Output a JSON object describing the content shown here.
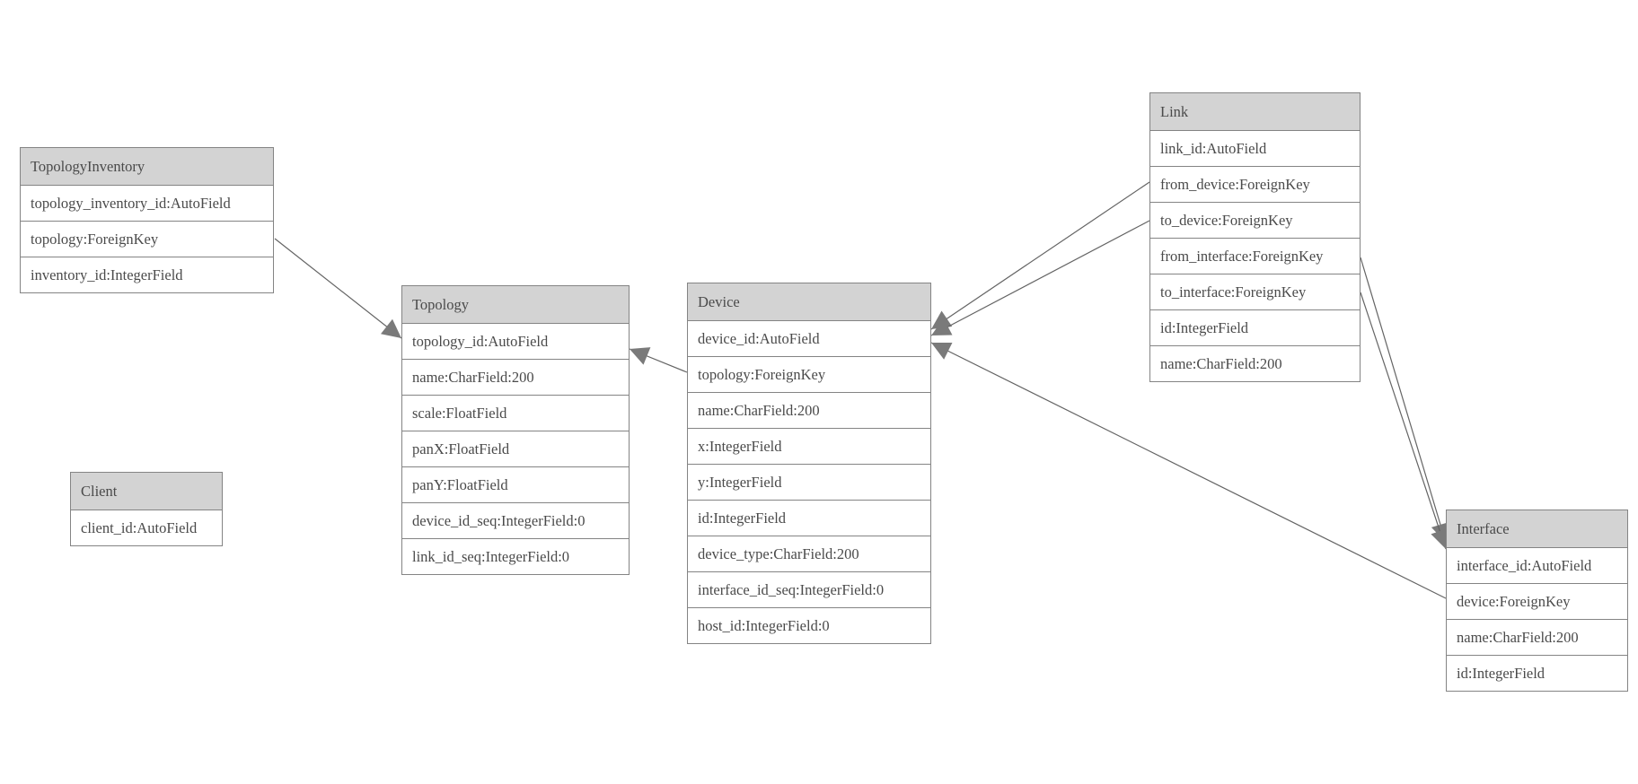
{
  "diagram": {
    "type": "entity-relationship-model-diagram",
    "entities": [
      {
        "name": "TopologyInventory",
        "fields": [
          "topology_inventory_id:AutoField",
          "topology:ForeignKey",
          "inventory_id:IntegerField"
        ]
      },
      {
        "name": "Topology",
        "fields": [
          "topology_id:AutoField",
          "name:CharField:200",
          "scale:FloatField",
          "panX:FloatField",
          "panY:FloatField",
          "device_id_seq:IntegerField:0",
          "link_id_seq:IntegerField:0"
        ]
      },
      {
        "name": "Client",
        "fields": [
          "client_id:AutoField"
        ]
      },
      {
        "name": "Device",
        "fields": [
          "device_id:AutoField",
          "topology:ForeignKey",
          "name:CharField:200",
          "x:IntegerField",
          "y:IntegerField",
          "id:IntegerField",
          "device_type:CharField:200",
          "interface_id_seq:IntegerField:0",
          "host_id:IntegerField:0"
        ]
      },
      {
        "name": "Link",
        "fields": [
          "link_id:AutoField",
          "from_device:ForeignKey",
          "to_device:ForeignKey",
          "from_interface:ForeignKey",
          "to_interface:ForeignKey",
          "id:IntegerField",
          "name:CharField:200"
        ]
      },
      {
        "name": "Interface",
        "fields": [
          "interface_id:AutoField",
          "device:ForeignKey",
          "name:CharField:200",
          "id:IntegerField"
        ]
      }
    ],
    "relationships": [
      {
        "from": "TopologyInventory.topology",
        "to": "Topology.topology_id",
        "type": "ForeignKey"
      },
      {
        "from": "Device.topology",
        "to": "Topology.topology_id",
        "type": "ForeignKey"
      },
      {
        "from": "Link.from_device",
        "to": "Device.device_id",
        "type": "ForeignKey"
      },
      {
        "from": "Link.to_device",
        "to": "Device.device_id",
        "type": "ForeignKey"
      },
      {
        "from": "Interface.device",
        "to": "Device.device_id",
        "type": "ForeignKey"
      },
      {
        "from": "Link.from_interface",
        "to": "Interface.interface_id",
        "type": "ForeignKey"
      },
      {
        "from": "Link.to_interface",
        "to": "Interface.interface_id",
        "type": "ForeignKey"
      }
    ],
    "colors": {
      "header_fill": "#d3d3d3",
      "border": "#848484",
      "text": "#4a4a4a",
      "edge_line": "#646464",
      "arrowhead_fill": "#7a7a7a",
      "background": "#ffffff"
    }
  }
}
